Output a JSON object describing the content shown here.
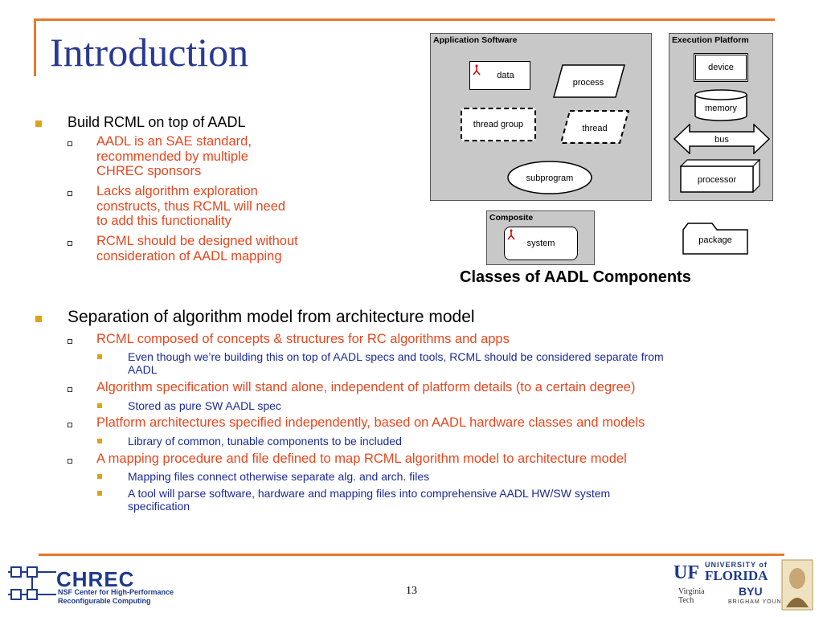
{
  "slide": {
    "title": "Introduction",
    "page_number": "13"
  },
  "bullets": {
    "b1": "Build RCML on top of AADL",
    "b1_sub1_lines": [
      "AADL is an SAE standard,",
      "recommended by multiple",
      "CHREC sponsors"
    ],
    "b1_sub2_lines": [
      "Lacks algorithm exploration",
      "constructs, thus RCML will need",
      "to add this functionality"
    ],
    "b1_sub3_lines": [
      "RCML should be designed without",
      "consideration of AADL mapping"
    ],
    "b2": "Separation of algorithm model from architecture model",
    "b2_sub1": "RCML composed of concepts & structures for RC algorithms and apps",
    "b2_sub1_detail_lines": [
      "Even though we’re building this on top of AADL specs and tools, RCML should be considered separate from",
      "AADL"
    ],
    "b2_sub2": "Algorithm specification will stand alone, independent of platform details (to a certain degree)",
    "b2_sub2_detail": "Stored as pure SW AADL spec",
    "b2_sub3": "Platform architectures specified independently, based on AADL hardware classes and models",
    "b2_sub3_detail": "Library of common, tunable components to be included",
    "b2_sub4": "A mapping procedure and file defined to map RCML algorithm model to architecture model",
    "b2_sub4_detail1": "Mapping files connect otherwise separate alg. and arch. files",
    "b2_sub4_detail2_lines": [
      "A tool will parse software, hardware and mapping files into comprehensive AADL HW/SW system",
      "specification"
    ]
  },
  "diagram": {
    "caption": "Classes of AADL Components",
    "application_software": {
      "title": "Application Software",
      "data": "data",
      "process": "process",
      "thread_group": "thread group",
      "thread": "thread",
      "subprogram": "subprogram"
    },
    "execution_platform": {
      "title": "Execution Platform",
      "device": "device",
      "memory": "memory",
      "bus": "bus",
      "processor": "processor"
    },
    "composite": {
      "title": "Composite",
      "system": "system"
    },
    "package": "package"
  },
  "footer": {
    "chrec_name": "CHREC",
    "chrec_sub1": "NSF Center for High-Performance",
    "chrec_sub2": "Reconfigurable Computing",
    "uf_top": "UNIVERSITY of",
    "uf_name": "FLORIDA",
    "uf_mark": "UF",
    "vt_name": "Virginia Tech",
    "byu_mark": "BYU",
    "byu_name": "BRIGHAM YOUNG"
  },
  "colors": {
    "accent_orange": "#e8792b",
    "title_blue": "#2a3a93",
    "sub_red": "#e8471e",
    "detail_blue": "#1b2a9a",
    "bullet_gold": "#e0a21b"
  }
}
